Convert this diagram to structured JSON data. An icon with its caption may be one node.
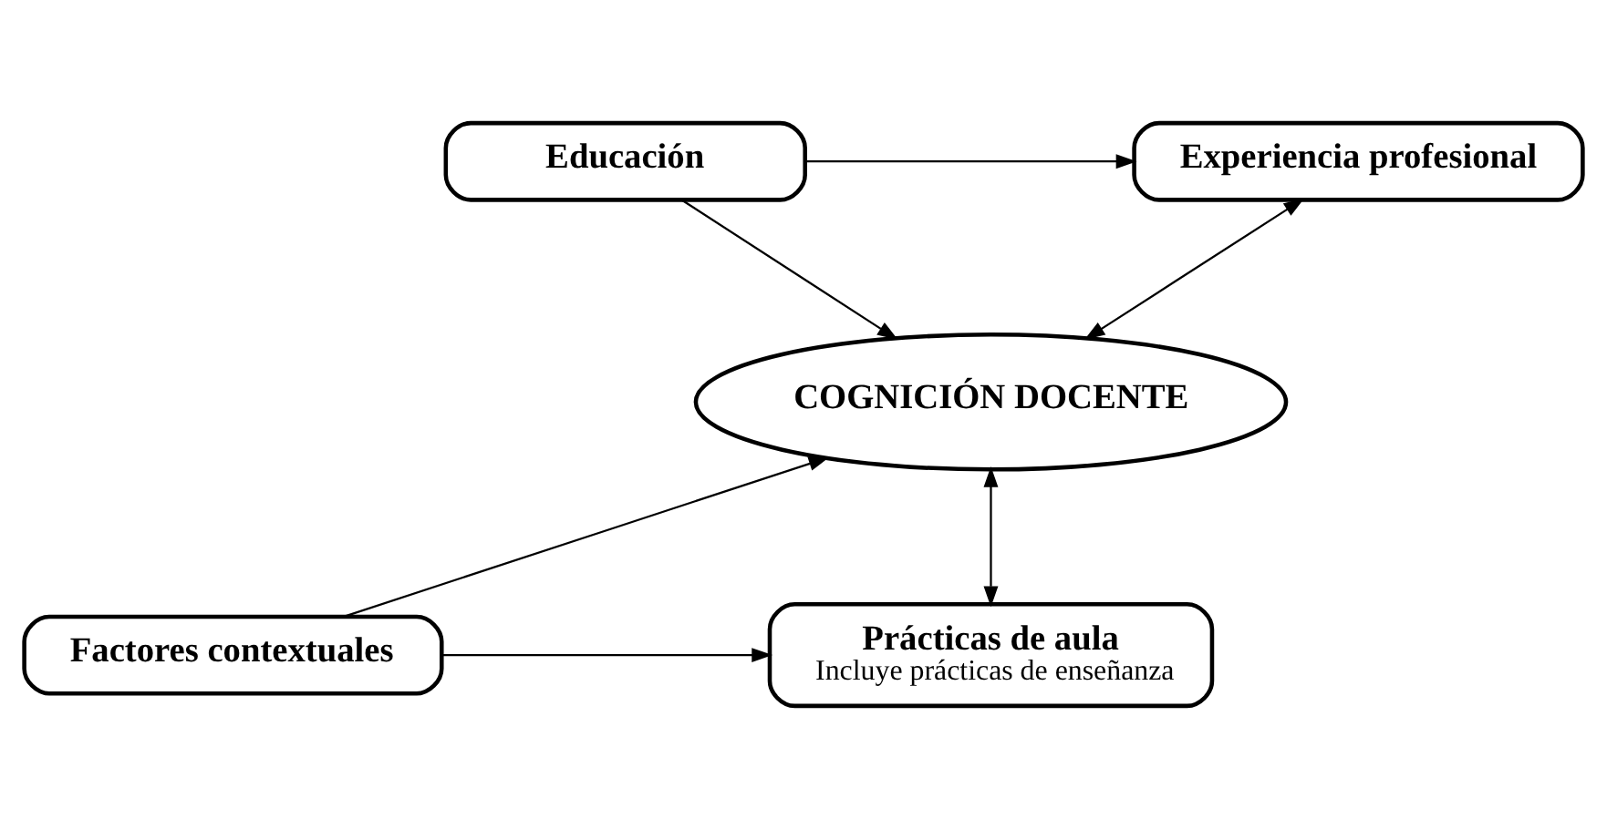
{
  "diagram": {
    "nodes": [
      {
        "text": [
          "Educación"
        ]
      },
      {
        "text": [
          "Experiencia profesional"
        ]
      },
      {
        "text": [
          "COGNICIÓN DOCENTE"
        ]
      },
      {
        "text": [
          "Factores contextuales"
        ]
      },
      {
        "text": [
          "Prácticas de aula",
          "Incluye prácticas de enseñanza"
        ]
      }
    ],
    "edges": [
      {
        "from": 0,
        "to": 1,
        "arrow": "to"
      },
      {
        "from": 0,
        "to": 2,
        "arrow": "to"
      },
      {
        "from": 1,
        "to": 2,
        "arrow": "both"
      },
      {
        "from": 3,
        "to": 2,
        "arrow": "to"
      },
      {
        "from": 2,
        "to": 4,
        "arrow": "both"
      },
      {
        "from": 3,
        "to": 4,
        "arrow": "to"
      }
    ]
  }
}
